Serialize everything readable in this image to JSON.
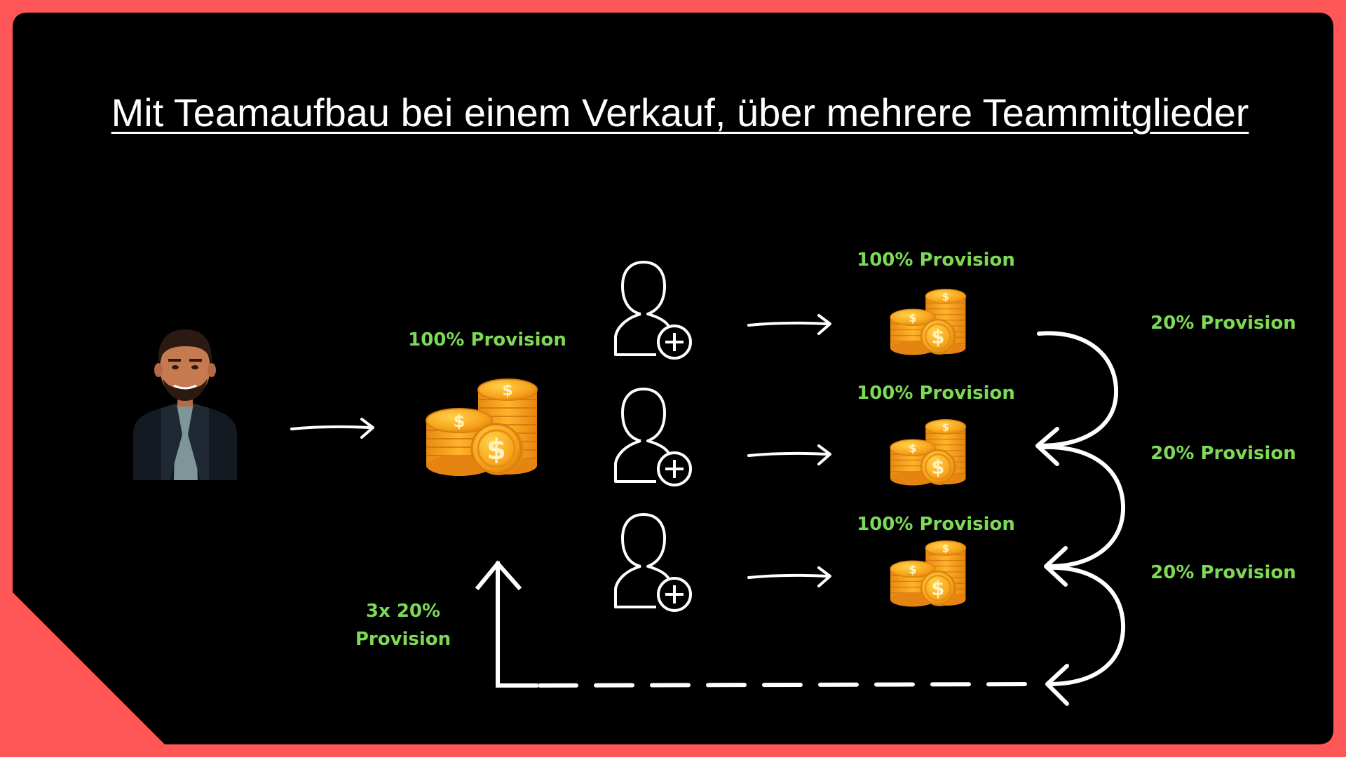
{
  "title": "Mit Teamaufbau bei einem Verkauf, über mehrere Teammitglieder",
  "colors": {
    "frame": "#ff5757",
    "background": "#000000",
    "label_green": "#7ed957",
    "text_white": "#ffffff",
    "coin_gold": "#f5a623"
  },
  "icons": {
    "person": "avatar-man-icon",
    "coins": "coin-stack-icon",
    "team_member": "add-user-icon"
  },
  "labels": {
    "main_provision": "100% Provision",
    "member_provision": [
      "100% Provision",
      "100% Provision",
      "100% Provision"
    ],
    "override_provision": [
      "20% Provision",
      "20% Provision",
      "20% Provision"
    ],
    "total_line1": "3x 20%",
    "total_line2": "Provision"
  }
}
